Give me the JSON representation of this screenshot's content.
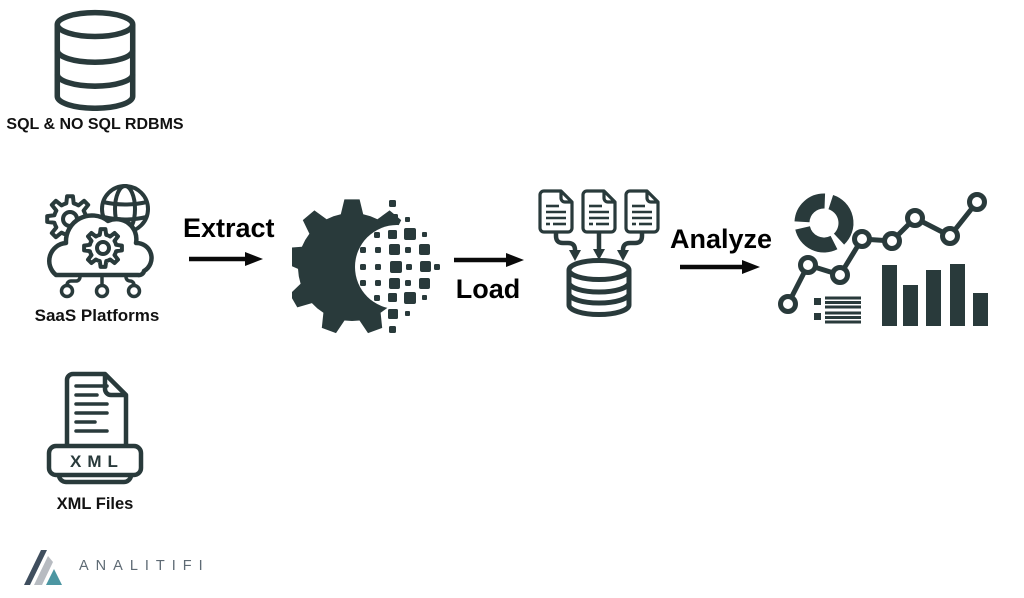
{
  "colors": {
    "ink": "#293a3b",
    "arrow": "#0a0a0a",
    "label": "#121212",
    "logo-dark": "#3f4e5e",
    "logo-gray": "#b7bbc1",
    "logo-teal": "#4c96a2",
    "logo-text": "#5e6a74",
    "bg": "#ffffff"
  },
  "sources": [
    {
      "label": "SQL & NO SQL RDBMS",
      "icon": "database-icon"
    },
    {
      "label": "SaaS Platforms",
      "icon": "saas-cloud-icon"
    },
    {
      "label": "XML Files",
      "icon": "xml-file-icon",
      "badge": "XML"
    }
  ],
  "steps": [
    {
      "label": "Extract"
    },
    {
      "label": "Load"
    },
    {
      "label": "Analyze"
    }
  ],
  "stages": [
    {
      "icon": "transform-gear-icon"
    },
    {
      "icon": "load-database-icon"
    },
    {
      "icon": "analytics-dashboard-icon"
    }
  ],
  "branding": {
    "logo_text": "ANALITIFI"
  }
}
